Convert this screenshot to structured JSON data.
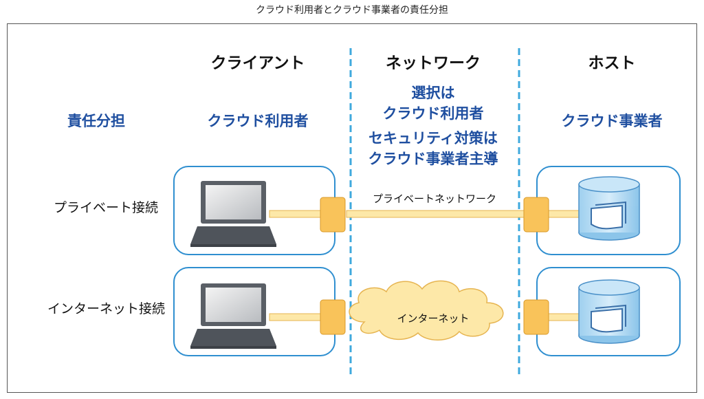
{
  "title": "クラウド利用者とクラウド事業者の責任分担",
  "columns": {
    "client": "クライアント",
    "network": "ネットワーク",
    "host": "ホスト"
  },
  "responsibility": {
    "label": "責任分担",
    "client": "クラウド利用者",
    "network_line1": "選択は",
    "network_line2": "クラウド利用者",
    "network_line3": "セキュリティ対策は",
    "network_line4": "クラウド事業者主導",
    "host": "クラウド事業者"
  },
  "rows": {
    "private_label": "プライベート接続",
    "private_network": "プライベートネットワーク",
    "internet_label": "インターネット接続",
    "internet_cloud": "インターネット"
  },
  "colors": {
    "dashed_divider": "#3fa9dd",
    "box_border": "#2f8fd0",
    "responsibility_text": "#1f4fa0",
    "connector": "#f9c35a",
    "pipe": "#fde8a8",
    "cloud": "#fde8a8",
    "database": "#a9d6f2"
  },
  "icons": [
    "laptop-icon",
    "database-icon",
    "cloud-icon",
    "connector-icon"
  ]
}
